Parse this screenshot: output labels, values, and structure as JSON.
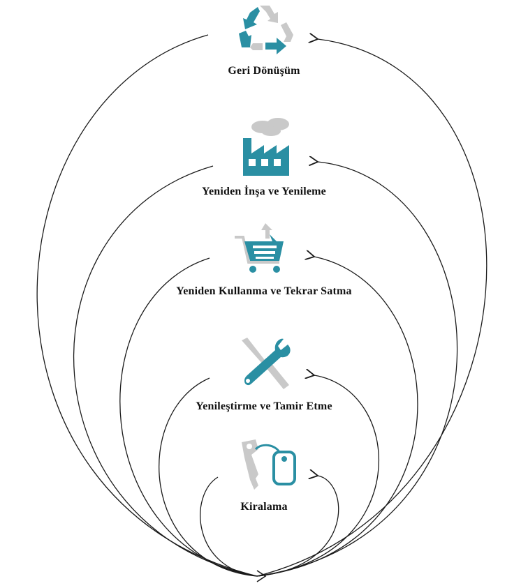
{
  "stages": [
    {
      "id": "recycling",
      "label": "Geri Dönüşüm",
      "icon": "recycle-icon"
    },
    {
      "id": "remanufacturing",
      "label": "Yeniden İnşa ve Yenileme",
      "icon": "factory-icon"
    },
    {
      "id": "reuse-resale",
      "label": "Yeniden Kullanma ve Tekrar Satma",
      "icon": "shopping-cart-icon"
    },
    {
      "id": "refurbish-repair",
      "label": "Yenileştirme ve Tamir Etme",
      "icon": "wrench-screwdriver-icon"
    },
    {
      "id": "rental",
      "label": "Kiralama",
      "icon": "key-tag-icon"
    }
  ],
  "colors": {
    "accent": "#2a8fa3",
    "muted": "#c9c9c9",
    "line": "#1a1a1a",
    "text": "#111111"
  }
}
